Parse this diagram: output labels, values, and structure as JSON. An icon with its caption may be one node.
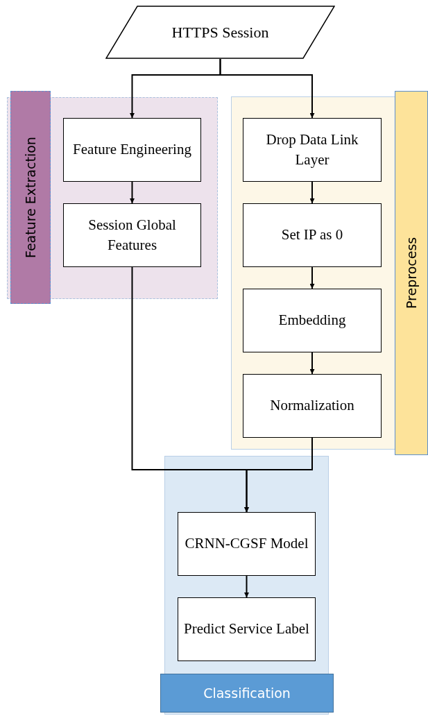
{
  "diagram": {
    "nodes": [
      {
        "text": [
          "HTTPS Session"
        ]
      },
      {
        "text": [
          "Feature Extraction"
        ]
      },
      {
        "text": [
          "Feature Engineering"
        ],
        "in": 1
      },
      {
        "text": [
          "Session Global Features"
        ],
        "in": 1
      },
      {
        "text": [
          "Preprocess"
        ]
      },
      {
        "text": [
          "Drop Data Link Layer"
        ],
        "in": 4
      },
      {
        "text": [
          "Set IP as 0"
        ],
        "in": 4
      },
      {
        "text": [
          "Embedding"
        ],
        "in": 4
      },
      {
        "text": [
          "Normalization"
        ],
        "in": 4
      },
      {
        "text": [
          "Classification"
        ]
      },
      {
        "text": [
          "CRNN-CGSF Model"
        ],
        "in": 9
      },
      {
        "text": [
          "Predict Service Label"
        ],
        "in": 9
      }
    ],
    "edges": [
      {
        "from": 0,
        "to": 2,
        "arrow": "to"
      },
      {
        "from": 0,
        "to": 5,
        "arrow": "to"
      },
      {
        "from": 2,
        "to": 3,
        "arrow": "to"
      },
      {
        "from": 5,
        "to": 6,
        "arrow": "to"
      },
      {
        "from": 6,
        "to": 7,
        "arrow": "to"
      },
      {
        "from": 7,
        "to": 8,
        "arrow": "to"
      },
      {
        "from": 3,
        "to": 10,
        "arrow": "to"
      },
      {
        "from": 8,
        "to": 10,
        "arrow": "to"
      },
      {
        "from": 10,
        "to": 11,
        "arrow": "to"
      }
    ]
  }
}
